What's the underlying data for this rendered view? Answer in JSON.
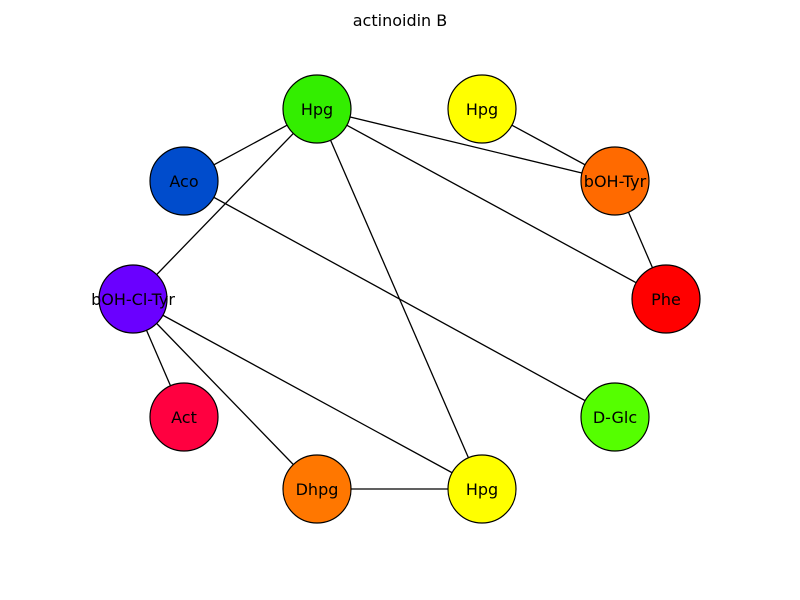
{
  "title": "actinoidin B",
  "nodes": [
    {
      "id": "n0",
      "label": "Hpg",
      "color": "#33ee00"
    },
    {
      "id": "n1",
      "label": "Hpg",
      "color": "#ffff00"
    },
    {
      "id": "n2",
      "label": "Aco",
      "color": "#004ccc"
    },
    {
      "id": "n3",
      "label": "bOH-Tyr",
      "color": "#ff6a00"
    },
    {
      "id": "n4",
      "label": "bOH-Cl-Tyr",
      "color": "#6a00ff"
    },
    {
      "id": "n5",
      "label": "Phe",
      "color": "#ff0000"
    },
    {
      "id": "n6",
      "label": "Act",
      "color": "#ff0040"
    },
    {
      "id": "n7",
      "label": "D-Glc",
      "color": "#55ff00"
    },
    {
      "id": "n8",
      "label": "Dhpg",
      "color": "#ff7700"
    },
    {
      "id": "n9",
      "label": "Hpg",
      "color": "#ffff00"
    }
  ],
  "edges": [
    [
      "n0",
      "n2"
    ],
    [
      "n0",
      "n3"
    ],
    [
      "n0",
      "n5"
    ],
    [
      "n0",
      "n4"
    ],
    [
      "n0",
      "n9"
    ],
    [
      "n1",
      "n3"
    ],
    [
      "n3",
      "n5"
    ],
    [
      "n2",
      "n7"
    ],
    [
      "n4",
      "n6"
    ],
    [
      "n4",
      "n8"
    ],
    [
      "n4",
      "n9"
    ],
    [
      "n8",
      "n9"
    ]
  ]
}
